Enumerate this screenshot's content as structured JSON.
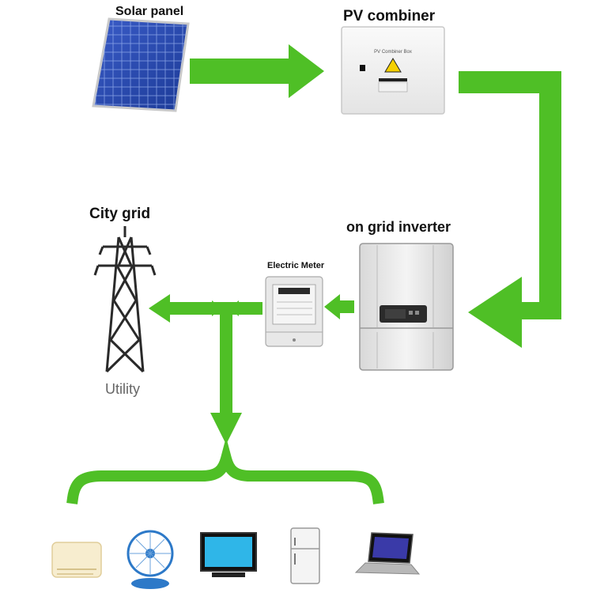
{
  "labels": {
    "solar_panel": "Solar panel",
    "pv_combiner": "PV combiner",
    "city_grid": "City grid",
    "on_grid_inverter": "on grid inverter",
    "electric_meter": "Electric Meter",
    "utility": "Utility"
  },
  "combiner_box_text": "PV Combiner Box",
  "colors": {
    "arrow_green": "#4fbf26",
    "panel_blue": "#2846a8",
    "tower_dark": "#2a2a2a",
    "device_gray": "#e6e6e6"
  },
  "icons": [
    "solar-panel-icon",
    "combiner-box-icon",
    "inverter-icon",
    "electric-meter-icon",
    "transmission-tower-icon",
    "air-conditioner-icon",
    "fan-icon",
    "tv-icon",
    "refrigerator-icon",
    "laptop-icon"
  ]
}
